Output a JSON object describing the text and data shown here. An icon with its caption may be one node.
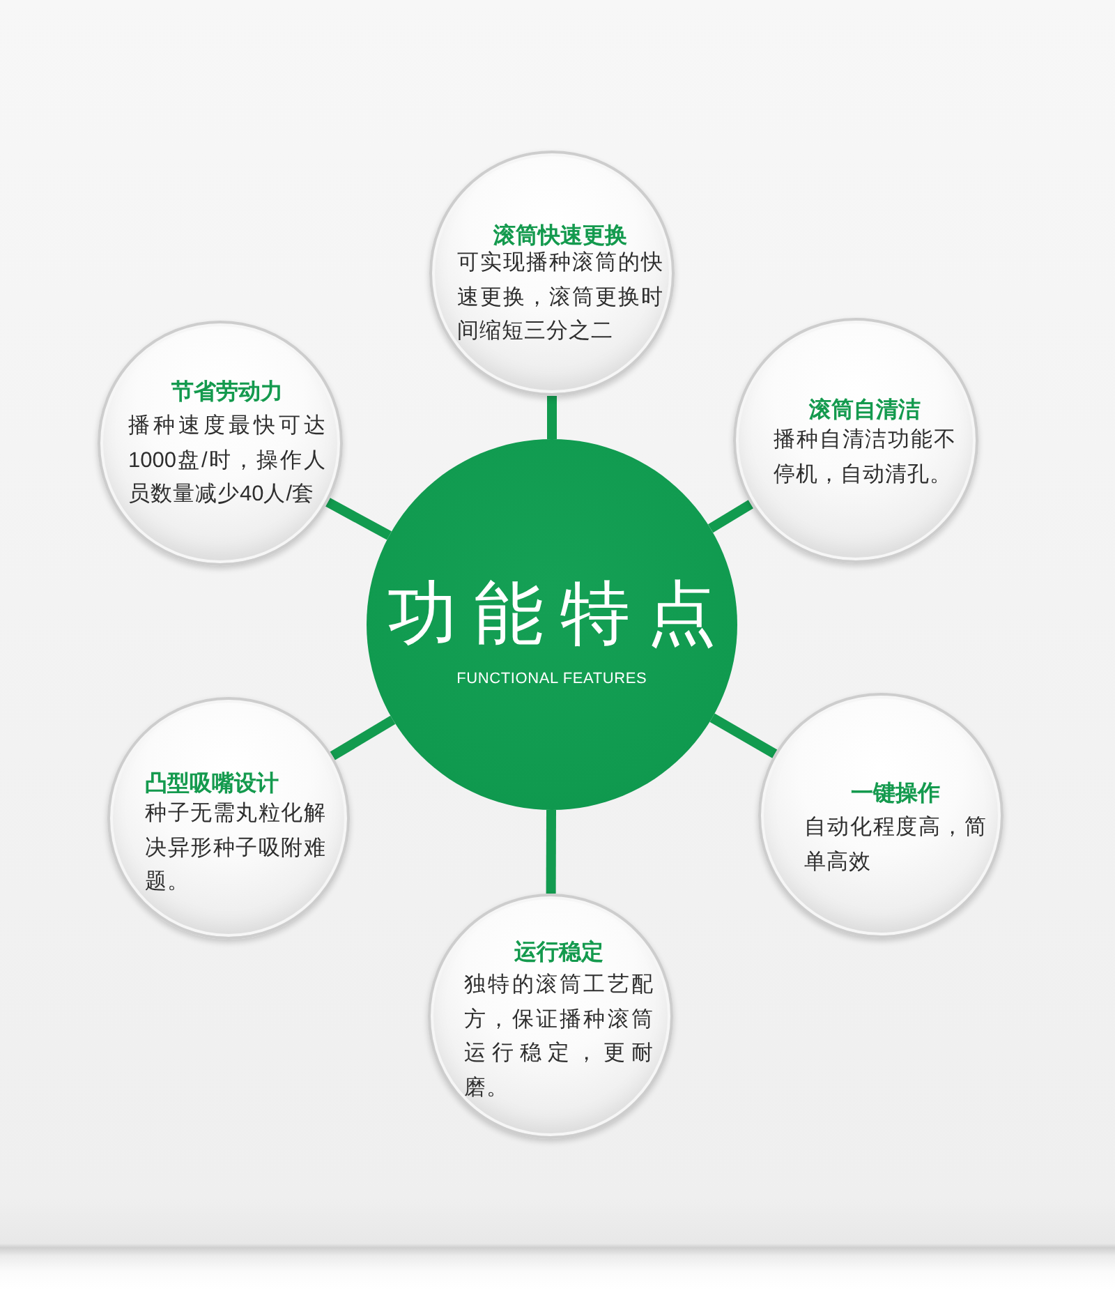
{
  "diagram": {
    "nodes": [
      {
        "text": [
          "滚筒快速更换",
          "可实现播种滚筒的快速更换，滚筒更换时间缩短三分之二"
        ]
      },
      {
        "text": [
          "节省劳动力",
          "播种速度最快可达1000盘/时，操作人员数量减少40人/套"
        ]
      },
      {
        "text": [
          "滚筒自清洁",
          "播种自清洁功能不停机，自动清孔。"
        ]
      },
      {
        "text": [
          "功能特点",
          "FUNCTIONAL FEATURES"
        ]
      },
      {
        "text": [
          "凸型吸嘴设计",
          "种子无需丸粒化解决异形种子吸附难题。"
        ]
      },
      {
        "text": [
          "一键操作",
          "自动化程度高，简单高效"
        ]
      },
      {
        "text": [
          "运行稳定",
          "独特的滚筒工艺配方，保证播种滚筒运行稳定，更耐磨。"
        ]
      }
    ],
    "edges": [
      {
        "from": 3,
        "to": 0,
        "arrow": "none"
      },
      {
        "from": 3,
        "to": 1,
        "arrow": "none"
      },
      {
        "from": 3,
        "to": 2,
        "arrow": "none"
      },
      {
        "from": 3,
        "to": 4,
        "arrow": "none"
      },
      {
        "from": 3,
        "to": 5,
        "arrow": "none"
      },
      {
        "from": 3,
        "to": 6,
        "arrow": "none"
      }
    ]
  }
}
